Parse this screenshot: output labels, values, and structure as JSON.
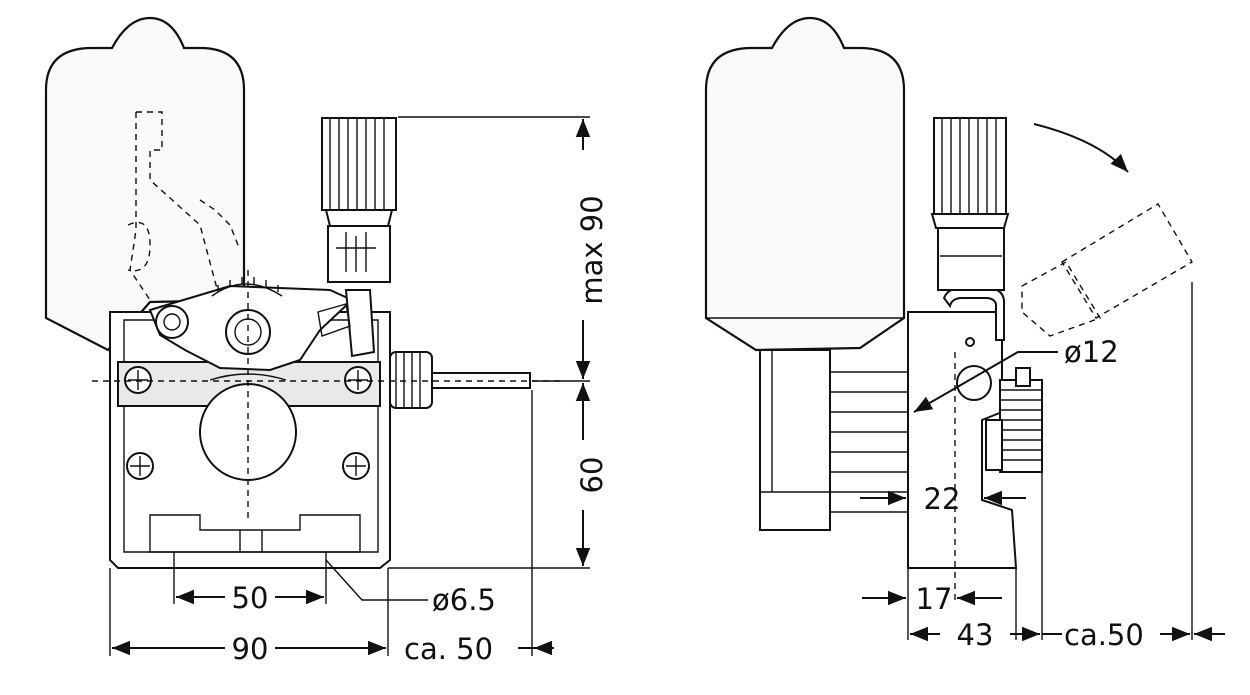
{
  "dimensions": {
    "front_height_top": "max  90",
    "front_height_bottom": "60",
    "front_roller_spacing": "50",
    "front_wire_diameter": "ø6.5",
    "front_width": "90",
    "front_wire_overhang": "ca. 50",
    "side_bore_diameter": "ø12",
    "side_offset_22": "22",
    "side_offset_17": "17",
    "side_depth": "43",
    "side_swing_clearance": "ca.50"
  }
}
